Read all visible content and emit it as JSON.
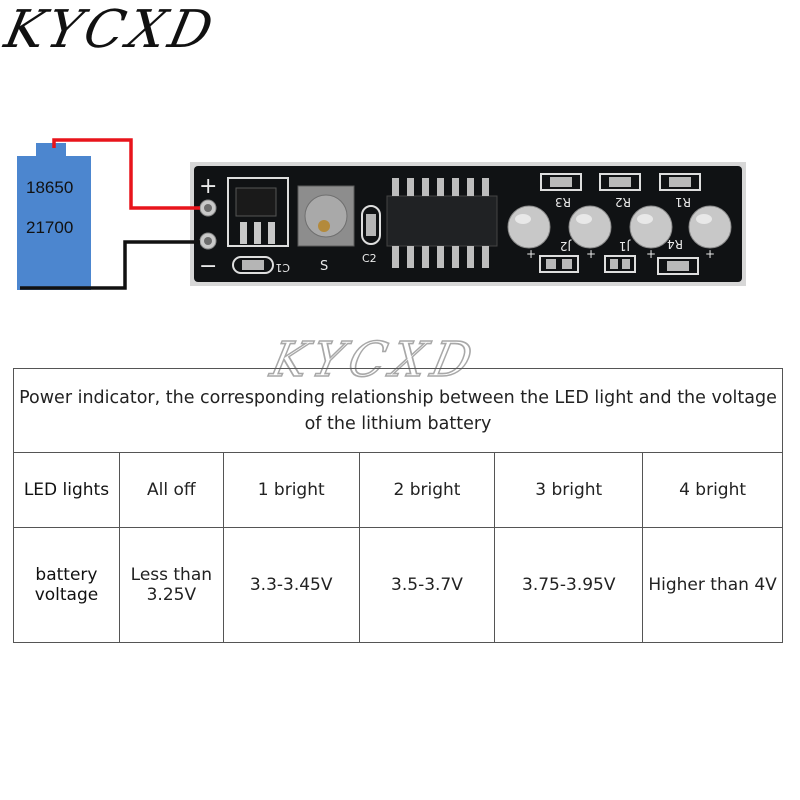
{
  "brand": {
    "logo_text": "KYCXD",
    "watermark_text": "KYCXD"
  },
  "battery": {
    "labels": [
      "18650",
      "21700"
    ],
    "color": "#4c86cf"
  },
  "wires": {
    "positive_color": "#e8141b",
    "negative_color": "#111111"
  },
  "board": {
    "plus_mark": "+",
    "minus_mark": "−",
    "silkscreen": {
      "c1": "C1",
      "c2": "C2",
      "s": "S",
      "r1": "R1",
      "r2": "R2",
      "r3": "R3",
      "r4": "R4",
      "j1": "J1",
      "j2": "J2",
      "plus": "+"
    }
  },
  "table": {
    "title": "Power indicator, the corresponding relationship between the LED light and the voltage of the lithium battery",
    "row_led": {
      "header": "LED lights",
      "cells": [
        "All off",
        "1 bright",
        "2 bright",
        "3 bright",
        "4 bright"
      ]
    },
    "row_voltage": {
      "header": "battery voltage",
      "cells": [
        "Less than 3.25V",
        "3.3-3.45V",
        "3.5-3.7V",
        "3.75-3.95V",
        "Higher than 4V"
      ]
    }
  }
}
